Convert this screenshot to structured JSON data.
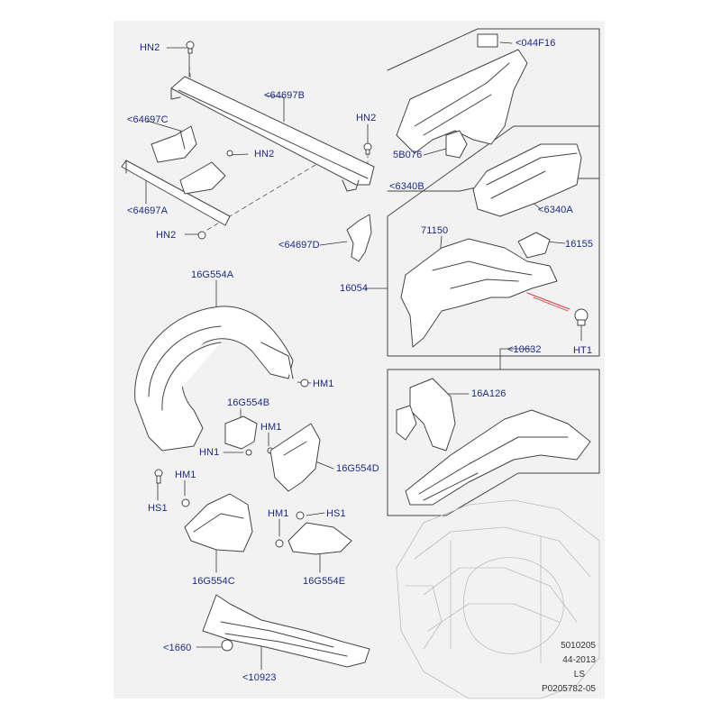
{
  "diagram": {
    "colors": {
      "background": "#f2f2f2",
      "label": "#1b2a86",
      "line": "#444444",
      "leader_red": "#d63b3b"
    },
    "parts": {
      "hn2_a": "HN2",
      "p64697b": "<64697B",
      "p64697c": "<64697C",
      "hn2_b": "HN2",
      "hn2_c": "HN2",
      "p64697a": "<64697A",
      "hn2_d": "HN2",
      "p64697d": "<64697D",
      "p044f16": "<044F16",
      "p5b076": "5B076",
      "p6340b": "<6340B",
      "p6340a": "<6340A",
      "p71150": "71150",
      "p16155": "16155",
      "p16054": "16054",
      "ht1": "HT1",
      "p10632": "<10632",
      "p16g554a": "16G554A",
      "hm1_a": "HM1",
      "p16g554b": "16G554B",
      "hm1_b": "HM1",
      "hn1": "HN1",
      "p16a126": "16A126",
      "p16g554d": "16G554D",
      "hs1_a": "HS1",
      "hm1_c": "HM1",
      "hm1_d": "HM1",
      "hs1_b": "HS1",
      "p16g554c": "16G554C",
      "p16g554e": "16G554E",
      "p1660": "<1660",
      "p10923": "<10923"
    },
    "footer": {
      "line1": "5010205",
      "line2": "44-2013",
      "line3": "LS",
      "line4": "P0205782-05"
    }
  }
}
